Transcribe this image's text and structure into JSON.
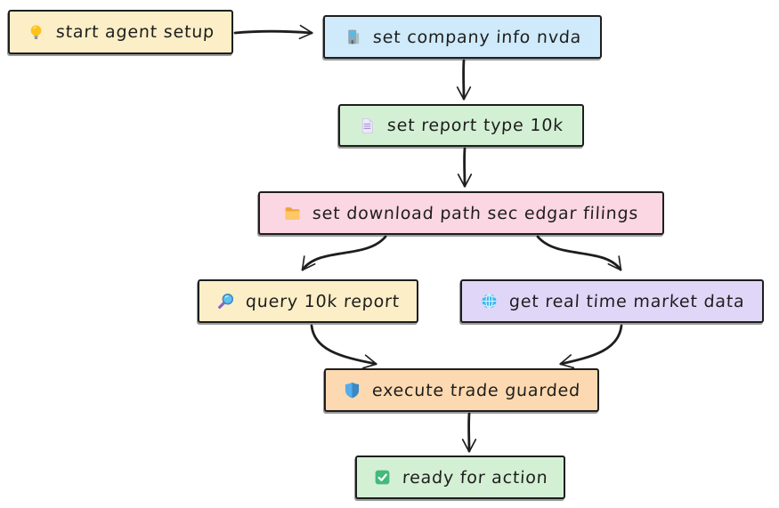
{
  "diagram": {
    "type": "flowchart",
    "background": "#ffffff",
    "stroke_color": "#1e1e1e",
    "nodes": [
      {
        "id": "start",
        "label": "start agent setup",
        "icon": "lightbulb-icon",
        "fill": "#fceec6"
      },
      {
        "id": "company",
        "label": "set company info nvda",
        "icon": "office-building-icon",
        "fill": "#cfeafa"
      },
      {
        "id": "report",
        "label": "set report type 10k",
        "icon": "document-icon",
        "fill": "#d4f0d4"
      },
      {
        "id": "download",
        "label": "set download path sec edgar filings",
        "icon": "folder-icon",
        "fill": "#fbd6e3"
      },
      {
        "id": "query",
        "label": "query 10k report",
        "icon": "magnifying-glass-icon",
        "fill": "#fceec6"
      },
      {
        "id": "market",
        "label": "get real time market data",
        "icon": "globe-icon",
        "fill": "#e0d6f8"
      },
      {
        "id": "trade",
        "label": "execute trade guarded",
        "icon": "shield-icon",
        "fill": "#fcd9b0"
      },
      {
        "id": "ready",
        "label": "ready for action",
        "icon": "check-icon",
        "fill": "#d4f0d4"
      }
    ],
    "edges": [
      {
        "from": "start",
        "to": "company"
      },
      {
        "from": "company",
        "to": "report"
      },
      {
        "from": "report",
        "to": "download"
      },
      {
        "from": "download",
        "to": "query"
      },
      {
        "from": "download",
        "to": "market"
      },
      {
        "from": "query",
        "to": "trade"
      },
      {
        "from": "market",
        "to": "trade"
      },
      {
        "from": "trade",
        "to": "ready"
      }
    ]
  }
}
